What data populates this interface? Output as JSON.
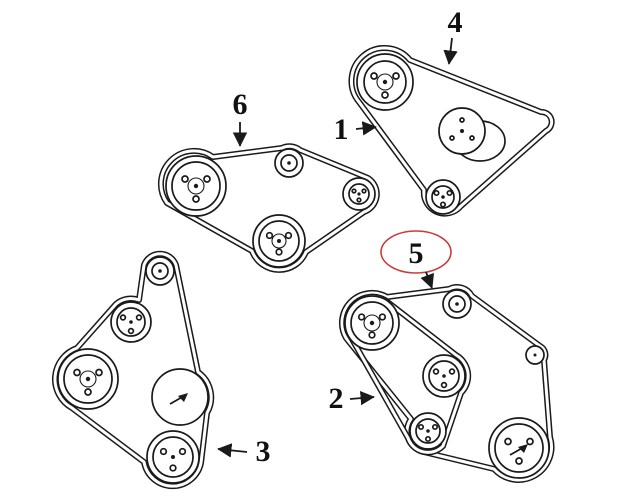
{
  "canvas": {
    "bg": "#ffffff",
    "line_color": "#1a1a1a",
    "highlight_color": "#cc3b3b"
  },
  "callouts": {
    "c1": {
      "text": "1",
      "highlighted": false
    },
    "c2": {
      "text": "2",
      "highlighted": false
    },
    "c3": {
      "text": "3",
      "highlighted": false
    },
    "c4": {
      "text": "4",
      "highlighted": false
    },
    "c5": {
      "text": "5",
      "highlighted": true
    },
    "c6": {
      "text": "6",
      "highlighted": false
    }
  }
}
